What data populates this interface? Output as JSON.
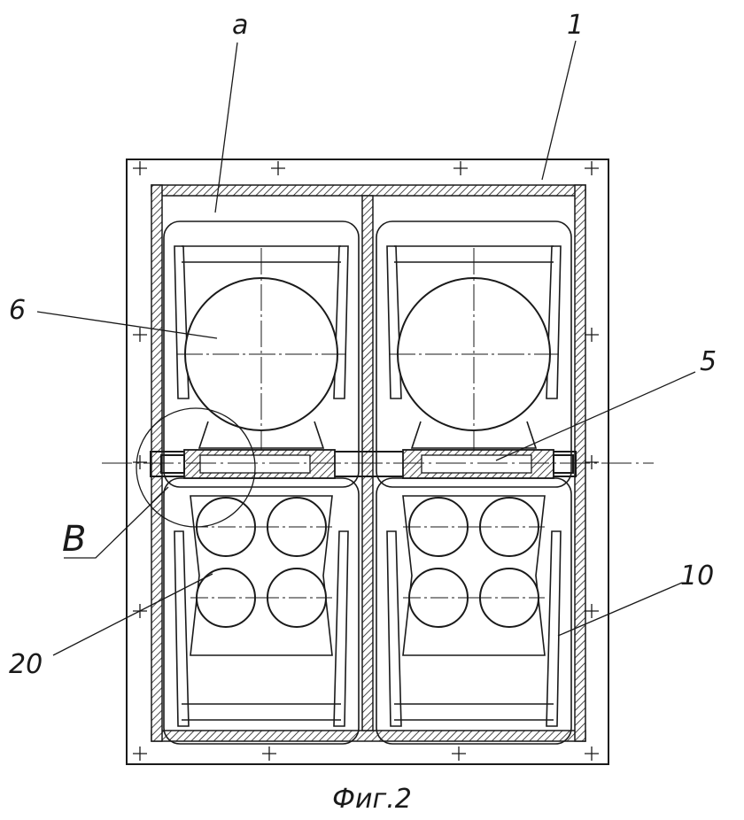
{
  "figure": {
    "caption": "Фиг.2",
    "labels": {
      "a": "a",
      "one": "1",
      "six": "6",
      "five": "5",
      "b": "B",
      "ten": "10",
      "twenty": "20"
    }
  },
  "colors": {
    "ink": "#1a1a1a",
    "paper": "#ffffff"
  }
}
